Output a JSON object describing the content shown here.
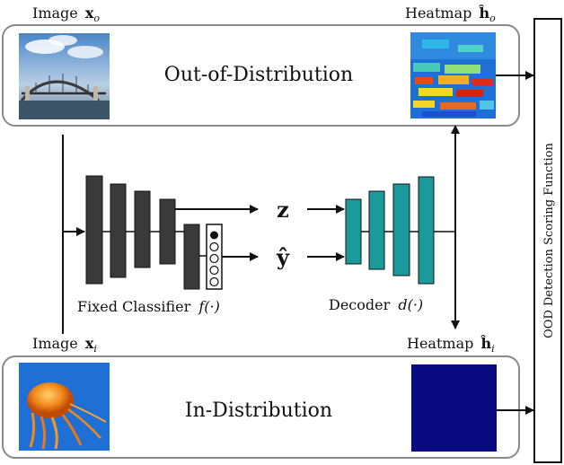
{
  "top": {
    "image_label": "Image",
    "image_var": "x",
    "image_sub": "o",
    "heatmap_label": "Heatmap",
    "heatmap_var": "ĥ",
    "heatmap_sub": "o",
    "section_label": "Out-of-Distribution"
  },
  "bottom": {
    "image_label": "Image",
    "image_var": "x",
    "image_sub": "i",
    "heatmap_label": "Heatmap",
    "heatmap_var": "ĥ",
    "heatmap_sub": "i",
    "section_label": "In-Distribution"
  },
  "middle": {
    "classifier_label": "Fixed Classifier",
    "classifier_fn": "f(·)",
    "decoder_label": "Decoder",
    "decoder_fn": "d(·)",
    "latent_symbol": "z",
    "pred_symbol": "ŷ"
  },
  "scoring_label": "OOD Detection Scoring Function",
  "colors": {
    "encoder_block": "#3a3a3a",
    "decoder_block": "#1a9a9a",
    "box_stroke": "#888888",
    "in_heatmap": "#0a0a80"
  }
}
